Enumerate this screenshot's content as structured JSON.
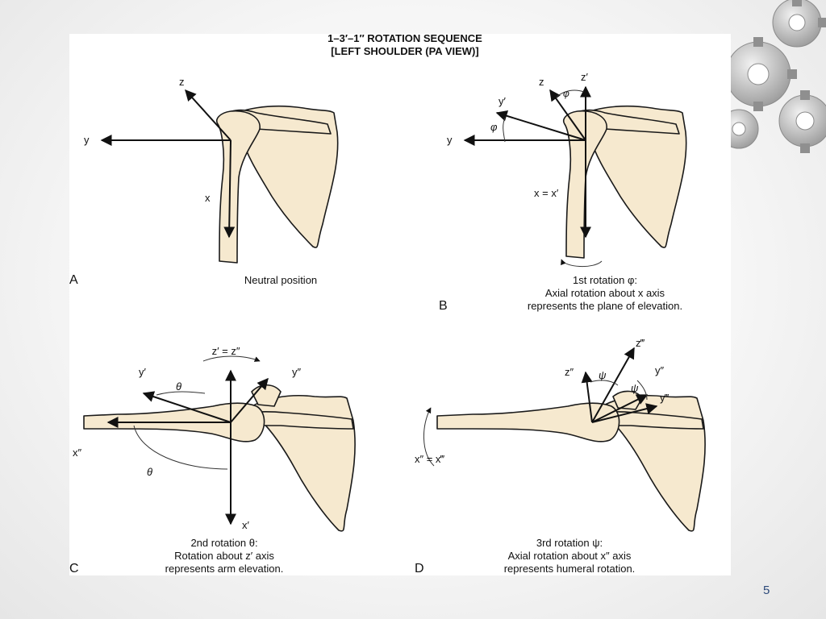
{
  "slide": {
    "page_number": "5"
  },
  "figure": {
    "title_line1": "1–3′–1″ ROTATION SEQUENCE",
    "title_line2": "[LEFT SHOULDER (PA VIEW)]",
    "panels": {
      "A": {
        "letter": "A",
        "caption": [
          "Neutral position"
        ],
        "axis_labels": {
          "z": "z",
          "y": "y",
          "x": "x"
        }
      },
      "B": {
        "letter": "B",
        "caption": [
          "1st rotation φ:",
          "Axial rotation about x axis",
          "represents the plane of elevation."
        ],
        "axis_labels": {
          "z": "z",
          "z_prime": "z′",
          "y_prime": "y′",
          "y": "y",
          "x_eq": "x = x′",
          "phi1": "φ",
          "phi2": "φ"
        }
      },
      "C": {
        "letter": "C",
        "caption": [
          "2nd rotation θ:",
          "Rotation about z′ axis",
          "represents arm elevation."
        ],
        "axis_labels": {
          "z_eq": "z′ = z″",
          "y_prime": "y′",
          "y_dprime": "y″",
          "x_dprime": "x″",
          "x_prime": "x′",
          "theta1": "θ",
          "theta2": "θ"
        }
      },
      "D": {
        "letter": "D",
        "caption": [
          "3rd rotation ψ:",
          "Axial rotation about x″ axis",
          "represents humeral rotation."
        ],
        "axis_labels": {
          "z_tprime": "z‴",
          "z_dprime": "z″",
          "y_dprime": "y″",
          "y_tprime": "y‴",
          "x_eq": "x″ = x‴",
          "psi1": "ψ",
          "psi2": "ψ"
        }
      }
    }
  }
}
